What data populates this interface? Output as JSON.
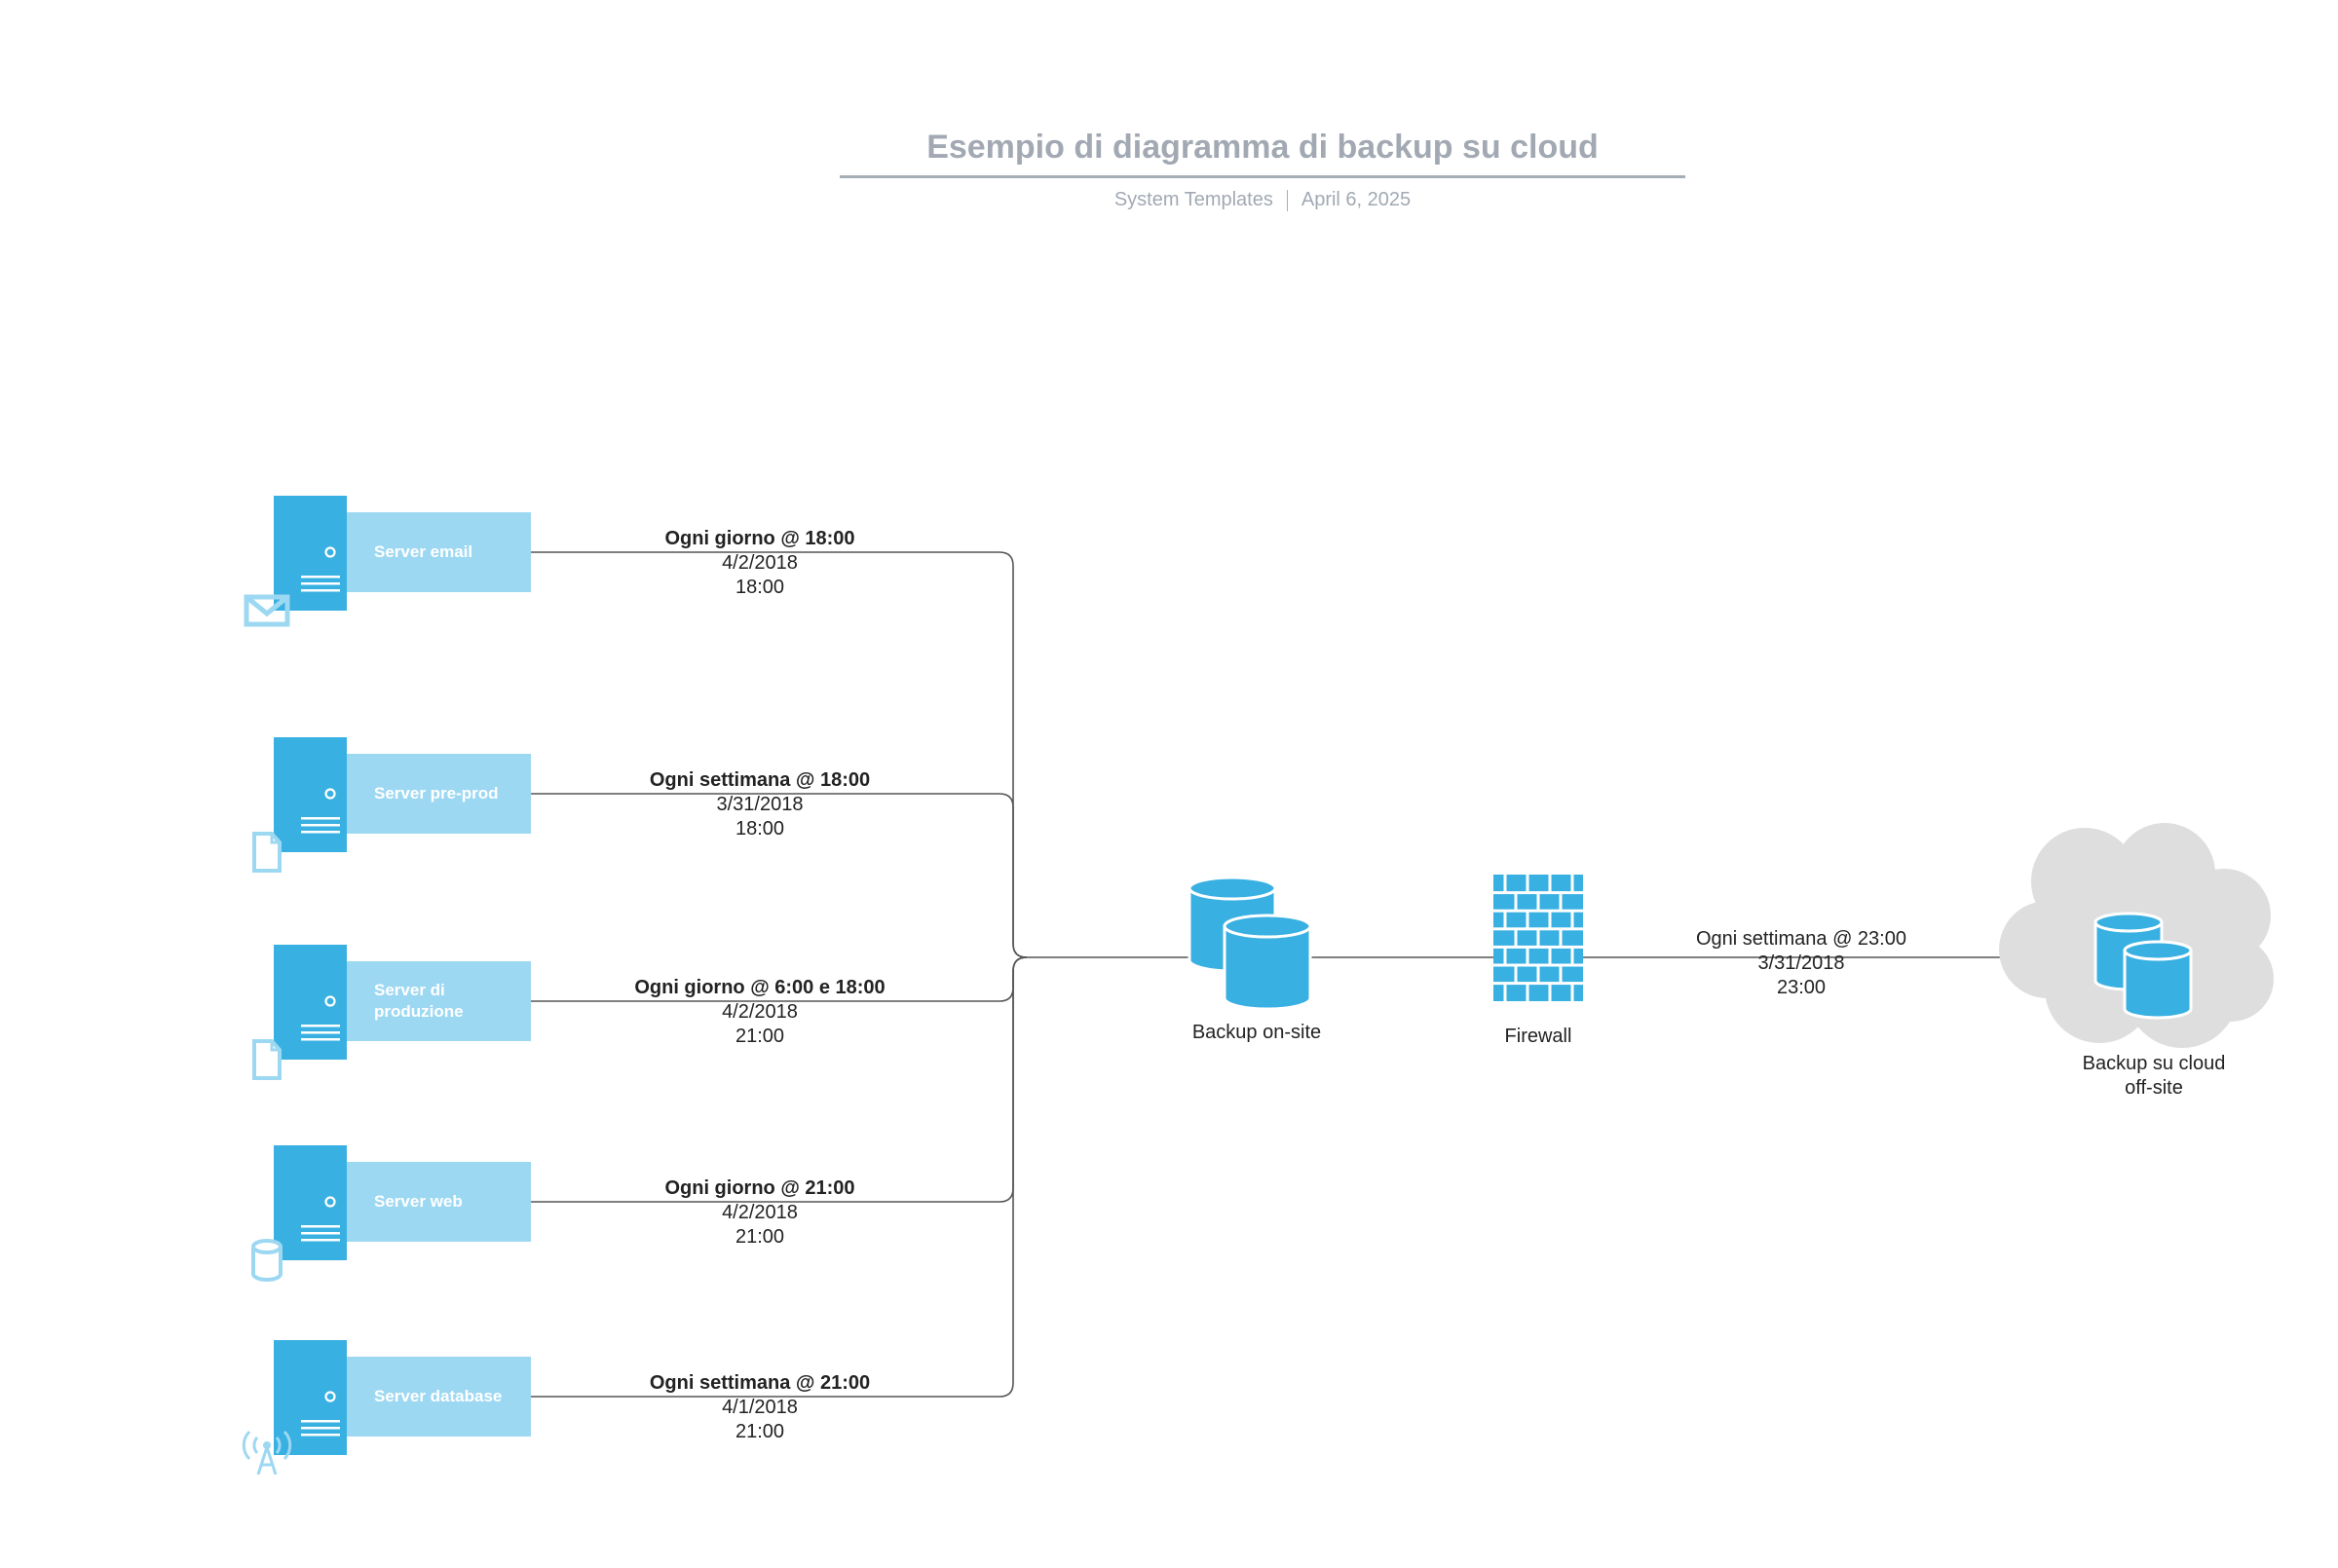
{
  "header": {
    "title": "Esempio di diagramma di backup su cloud",
    "author": "System Templates",
    "date": "April 6, 2025"
  },
  "colors": {
    "server_dark": "#39b0e2",
    "server_light": "#9dd8f2",
    "line": "#555555",
    "cloud": "#dedede",
    "title": "#a2a9b3"
  },
  "servers": [
    {
      "label": "Server email",
      "icon": "envelope-icon",
      "schedule": "Ogni giorno @ 18:00",
      "date": "4/2/2018",
      "time": "18:00"
    },
    {
      "label": "Server pre-prod",
      "icon": "document-icon",
      "schedule": "Ogni settimana @ 18:00",
      "date": "3/31/2018",
      "time": "18:00"
    },
    {
      "label": "Server di produzione",
      "icon": "document-icon",
      "schedule": "Ogni giorno @ 6:00 e 18:00",
      "date": "4/2/2018",
      "time": "21:00"
    },
    {
      "label": "Server web",
      "icon": "database-cylinder-icon",
      "schedule": "Ogni giorno @ 21:00",
      "date": "4/2/2018",
      "time": "21:00"
    },
    {
      "label": "Server database",
      "icon": "broadcast-tower-icon",
      "schedule": "Ogni settimana @ 21:00",
      "date": "4/1/2018",
      "time": "21:00"
    }
  ],
  "onsite": {
    "label": "Backup on-site",
    "icon": "database-stack-icon"
  },
  "firewall": {
    "label": "Firewall",
    "icon": "firewall-brick-icon"
  },
  "offsite_link": {
    "schedule": "Ogni settimana @ 23:00",
    "date": "3/31/2018",
    "time": "23:00"
  },
  "cloud": {
    "label": "Backup su cloud off-site",
    "icon": "cloud-database-icon"
  }
}
